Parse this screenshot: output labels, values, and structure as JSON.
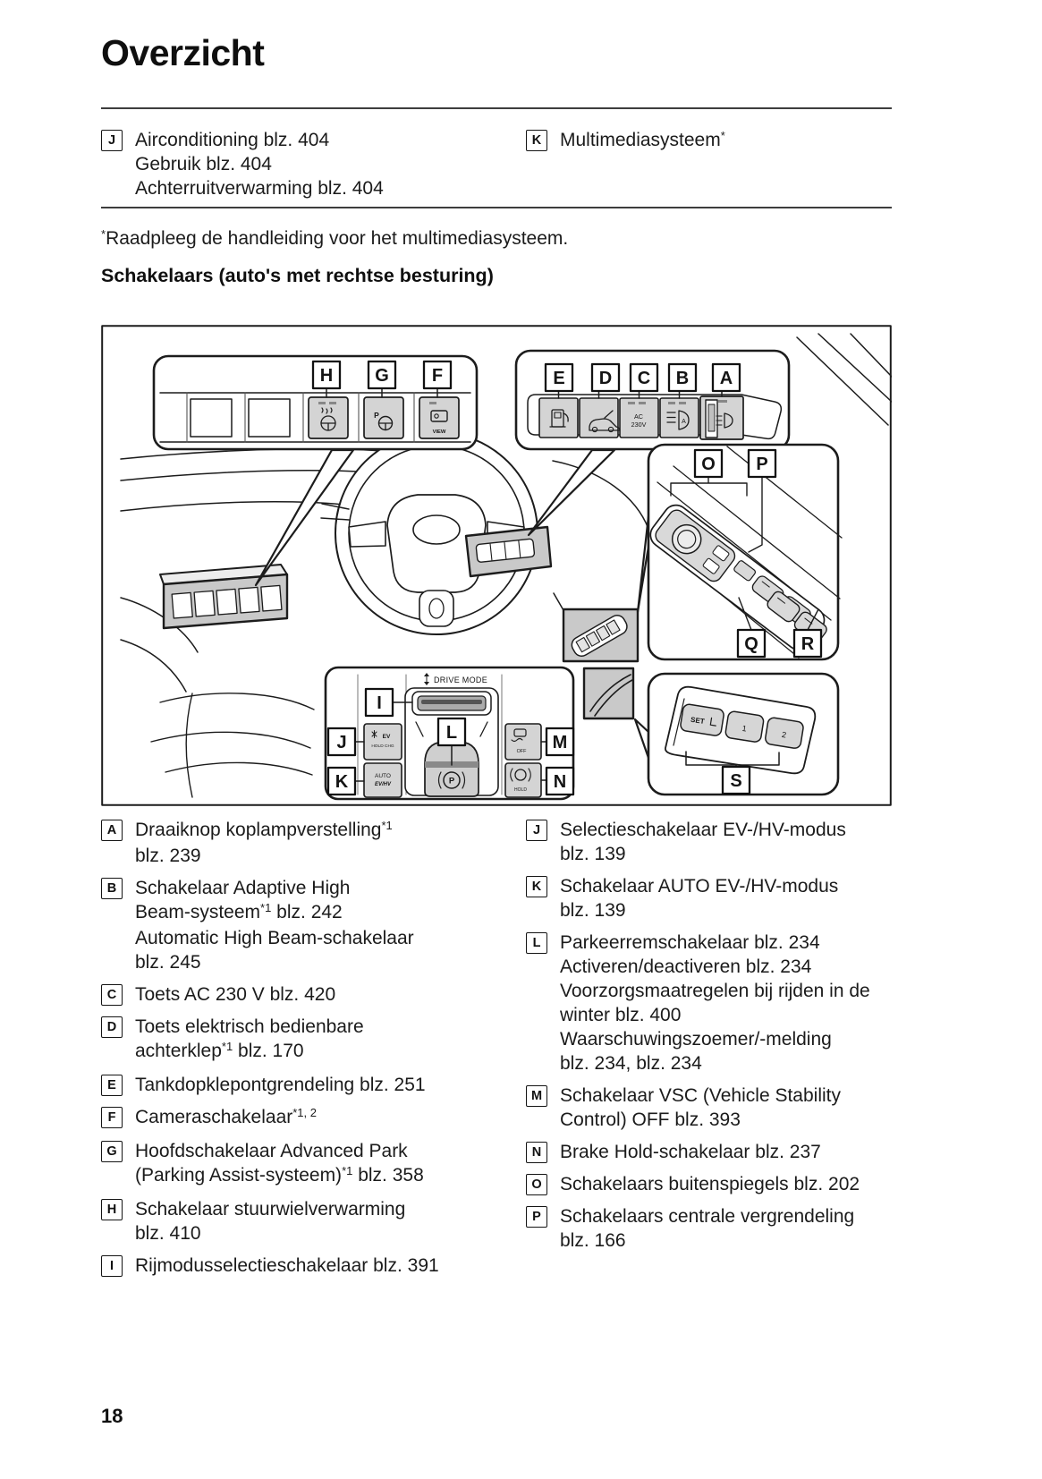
{
  "page": {
    "title": "Overzicht",
    "page_number": "18"
  },
  "top_index": {
    "left": {
      "letter": "J",
      "lines": [
        [
          {
            "t": "Airconditioning blz. 404"
          }
        ],
        [
          {
            "t": "Gebruik blz. 404"
          }
        ],
        [
          {
            "t": "Achterruitverwarming blz. 404"
          }
        ]
      ]
    },
    "right": {
      "letter": "K",
      "lines": [
        [
          {
            "t": "Multimediasysteem"
          },
          {
            "t": "*",
            "sup": true
          }
        ]
      ]
    }
  },
  "footnote": [
    {
      "t": "*",
      "sup": true
    },
    {
      "t": "Raadpleeg de handleiding voor het multimediasysteem."
    }
  ],
  "section_heading": "Schakelaars (auto's met rechtse besturing)",
  "legend_left": [
    {
      "letter": "A",
      "lines": [
        [
          {
            "t": "Draaiknop koplampverstelling"
          },
          {
            "t": "*1",
            "sup": true
          }
        ],
        [
          {
            "t": "blz. 239"
          }
        ]
      ]
    },
    {
      "letter": "B",
      "lines": [
        [
          {
            "t": "Schakelaar Adaptive High"
          }
        ],
        [
          {
            "t": "Beam-systeem"
          },
          {
            "t": "*1",
            "sup": true
          },
          {
            "t": " blz. 242"
          }
        ],
        [
          {
            "t": "Automatic High Beam-schakelaar"
          }
        ],
        [
          {
            "t": "blz. 245"
          }
        ]
      ]
    },
    {
      "letter": "C",
      "lines": [
        [
          {
            "t": "Toets AC 230 V blz. 420"
          }
        ]
      ]
    },
    {
      "letter": "D",
      "lines": [
        [
          {
            "t": "Toets elektrisch bedienbare"
          }
        ],
        [
          {
            "t": "achterklep"
          },
          {
            "t": "*1",
            "sup": true
          },
          {
            "t": " blz. 170"
          }
        ]
      ]
    },
    {
      "letter": "E",
      "lines": [
        [
          {
            "t": "Tankdopklepontgrendeling blz. 251"
          }
        ]
      ]
    },
    {
      "letter": "F",
      "lines": [
        [
          {
            "t": "Cameraschakelaar"
          },
          {
            "t": "*1, 2",
            "sup": true
          }
        ]
      ]
    },
    {
      "letter": "G",
      "lines": [
        [
          {
            "t": "Hoofdschakelaar Advanced Park"
          }
        ],
        [
          {
            "t": "(Parking Assist-systeem)"
          },
          {
            "t": "*1",
            "sup": true
          },
          {
            "t": " blz. 358"
          }
        ]
      ]
    },
    {
      "letter": "H",
      "lines": [
        [
          {
            "t": "Schakelaar stuurwielverwarming"
          }
        ],
        [
          {
            "t": "blz. 410"
          }
        ]
      ]
    },
    {
      "letter": "I",
      "lines": [
        [
          {
            "t": "Rijmodusselectieschakelaar blz. 391"
          }
        ]
      ]
    }
  ],
  "legend_right": [
    {
      "letter": "J",
      "lines": [
        [
          {
            "t": "Selectieschakelaar EV-/HV-modus"
          }
        ],
        [
          {
            "t": "blz. 139"
          }
        ]
      ]
    },
    {
      "letter": "K",
      "lines": [
        [
          {
            "t": "Schakelaar AUTO EV-/HV-modus"
          }
        ],
        [
          {
            "t": "blz. 139"
          }
        ]
      ]
    },
    {
      "letter": "L",
      "lines": [
        [
          {
            "t": "Parkeerremschakelaar blz. 234"
          }
        ],
        [
          {
            "t": "Activeren/deactiveren blz. 234"
          }
        ],
        [
          {
            "t": "Voorzorgsmaatregelen bij rijden in de"
          }
        ],
        [
          {
            "t": "winter blz. 400"
          }
        ],
        [
          {
            "t": "Waarschuwingszoemer/-melding"
          }
        ],
        [
          {
            "t": "blz. 234, blz. 234"
          }
        ]
      ]
    },
    {
      "letter": "M",
      "lines": [
        [
          {
            "t": "Schakelaar VSC (Vehicle Stability"
          }
        ],
        [
          {
            "t": "Control) OFF blz. 393"
          }
        ]
      ]
    },
    {
      "letter": "N",
      "lines": [
        [
          {
            "t": "Brake Hold-schakelaar blz. 237"
          }
        ]
      ]
    },
    {
      "letter": "O",
      "lines": [
        [
          {
            "t": "Schakelaars buitenspiegels blz. 202"
          }
        ]
      ]
    },
    {
      "letter": "P",
      "lines": [
        [
          {
            "t": "Schakelaars centrale vergrendeling"
          }
        ],
        [
          {
            "t": "blz. 166"
          }
        ]
      ]
    }
  ],
  "diagram": {
    "labels": {
      "A": "A",
      "B": "B",
      "C": "C",
      "D": "D",
      "E": "E",
      "F": "F",
      "G": "G",
      "H": "H",
      "I": "I",
      "J": "J",
      "K": "K",
      "L": "L",
      "M": "M",
      "N": "N",
      "O": "O",
      "P": "P",
      "Q": "Q",
      "R": "R",
      "S": "S"
    },
    "texts": {
      "drive_mode": "DRIVE MODE",
      "view": "VIEW",
      "ac_line1": "AC",
      "ac_line2": "230V",
      "auto_beam_a": "A",
      "park_assist_p": "P",
      "ev": "EV",
      "hold_chg": "HOLD CHG",
      "auto": "AUTO",
      "ev_hv": "EV/HV",
      "brake_p": "P",
      "off": "OFF",
      "hold": "HOLD",
      "set": "SET",
      "preset1": "1",
      "preset2": "2"
    }
  }
}
